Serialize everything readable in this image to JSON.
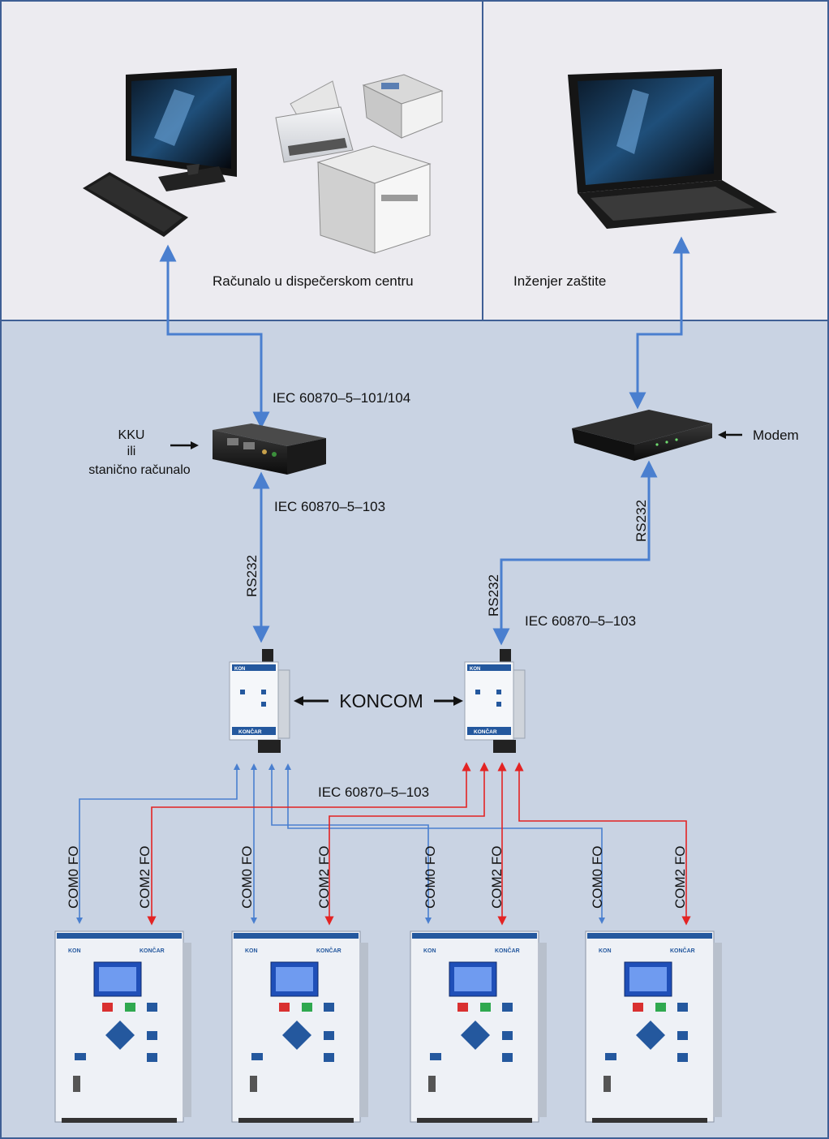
{
  "colors": {
    "top_panel": "#ecebf0",
    "bottom_panel": "#c9d3e3",
    "border": "#3f5f95",
    "blue_link": "#4a7fcf",
    "red_link": "#e32323"
  },
  "zones": {
    "dispatch_label": "Računalo u dispečerskom centru",
    "engineer_label": "Inženjer zaštite"
  },
  "labels": {
    "iec_101_104": "IEC 60870–5–101/104",
    "iec_103_kku": "IEC 60870–5–103",
    "iec_103_right": "IEC 60870–5–103",
    "iec_103_bottom": "IEC 60870–5–103",
    "rs232_left": "RS232",
    "rs232_mid": "RS232",
    "rs232_right": "RS232",
    "kku_line1": "KKU",
    "kku_line2": "ili",
    "kku_line3": "stanično računalo",
    "modem": "Modem",
    "koncom": "KONCOM"
  },
  "device_text": {
    "konar_brand": "KONČAR",
    "koncom_brand": "KON",
    "relay_brand": "KON"
  },
  "relays": [
    {
      "com0": "COM0 FO",
      "com2": "COM2 FO"
    },
    {
      "com0": "COM0 FO",
      "com2": "COM2 FO"
    },
    {
      "com0": "COM0 FO",
      "com2": "COM2 FO"
    },
    {
      "com0": "COM0 FO",
      "com2": "COM2 FO"
    }
  ],
  "icons": [
    "desktop-computer-icon",
    "keyboard-icon",
    "printer-icon",
    "fax-icon",
    "laser-printer-icon",
    "laptop-icon",
    "embedded-pc-icon",
    "modem-icon",
    "koncom-module-icon",
    "protection-relay-icon"
  ]
}
